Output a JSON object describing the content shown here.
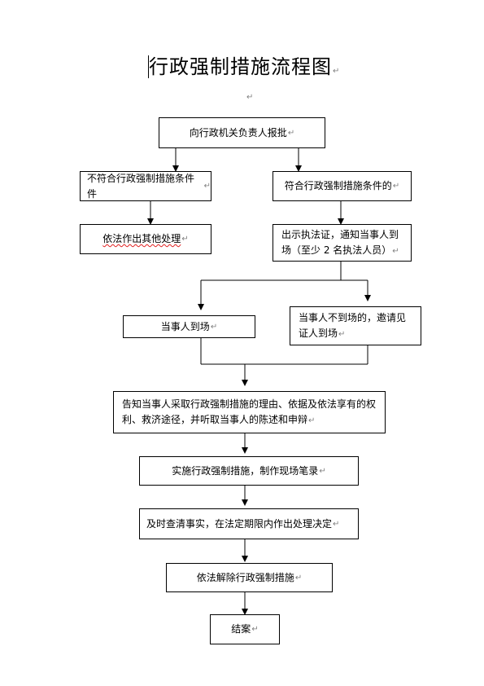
{
  "title": "行政强制措施流程图",
  "paragraph_mark": "↵",
  "nodes": {
    "report": "向行政机关负责人报批",
    "not_meet": "不符合行政强制措施条件件",
    "meet": "符合行政强制措施条件的",
    "other_handling": "依法作出其他处理",
    "show_id": "出示执法证，通知当事人到场（至少 2 名执法人员）",
    "party_present": "当事人到场",
    "party_absent": "当事人不到场的，邀请见证人到场",
    "inform": "告知当事人采取行政强制措施的理由、依据及依法享有的权利、救济途径，并听取当事人的陈述和申辩",
    "implement": "实施行政强制措施，制作现场笔录",
    "decide": "及时查清事实，在法定期限内作出处理决定",
    "release": "依法解除行政强制措施",
    "close": "结案"
  }
}
